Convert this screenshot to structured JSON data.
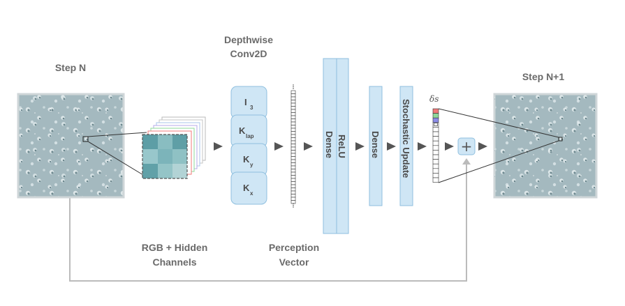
{
  "labels": {
    "step_n": "Step N",
    "step_n1": "Step N+1",
    "depthwise_line1": "Depthwise",
    "depthwise_line2": "Conv2D",
    "rgb_line1": "RGB + Hidden",
    "rgb_line2": "Channels",
    "perception_line1": "Perception",
    "perception_line2": "Vector",
    "delta_s": "δs",
    "plus": "+"
  },
  "kernels": [
    {
      "base": "I",
      "sub": "3"
    },
    {
      "base": "K",
      "sub": "lap"
    },
    {
      "base": "K",
      "sub": "y"
    },
    {
      "base": "K",
      "sub": "x"
    }
  ],
  "layers": {
    "dense1": "Dense",
    "relu": "ReLU",
    "dense2": "Dense",
    "stochastic": "Stochastic Update"
  },
  "colors": {
    "block_fill": "#cfe6f5",
    "block_stroke": "#8fbfdf",
    "image_bg": "#a7bcc2",
    "label_gray": "#6a6a6a",
    "arrow": "#555555",
    "skip_line": "#bbbbbb",
    "patch_teal": "#5f9fa6",
    "delta_red": "#f07a7a",
    "delta_green": "#8ed89a",
    "delta_blue": "#8c8ce8"
  },
  "icons": {
    "arrow": "right-triangle-arrow",
    "add": "plus-icon"
  }
}
